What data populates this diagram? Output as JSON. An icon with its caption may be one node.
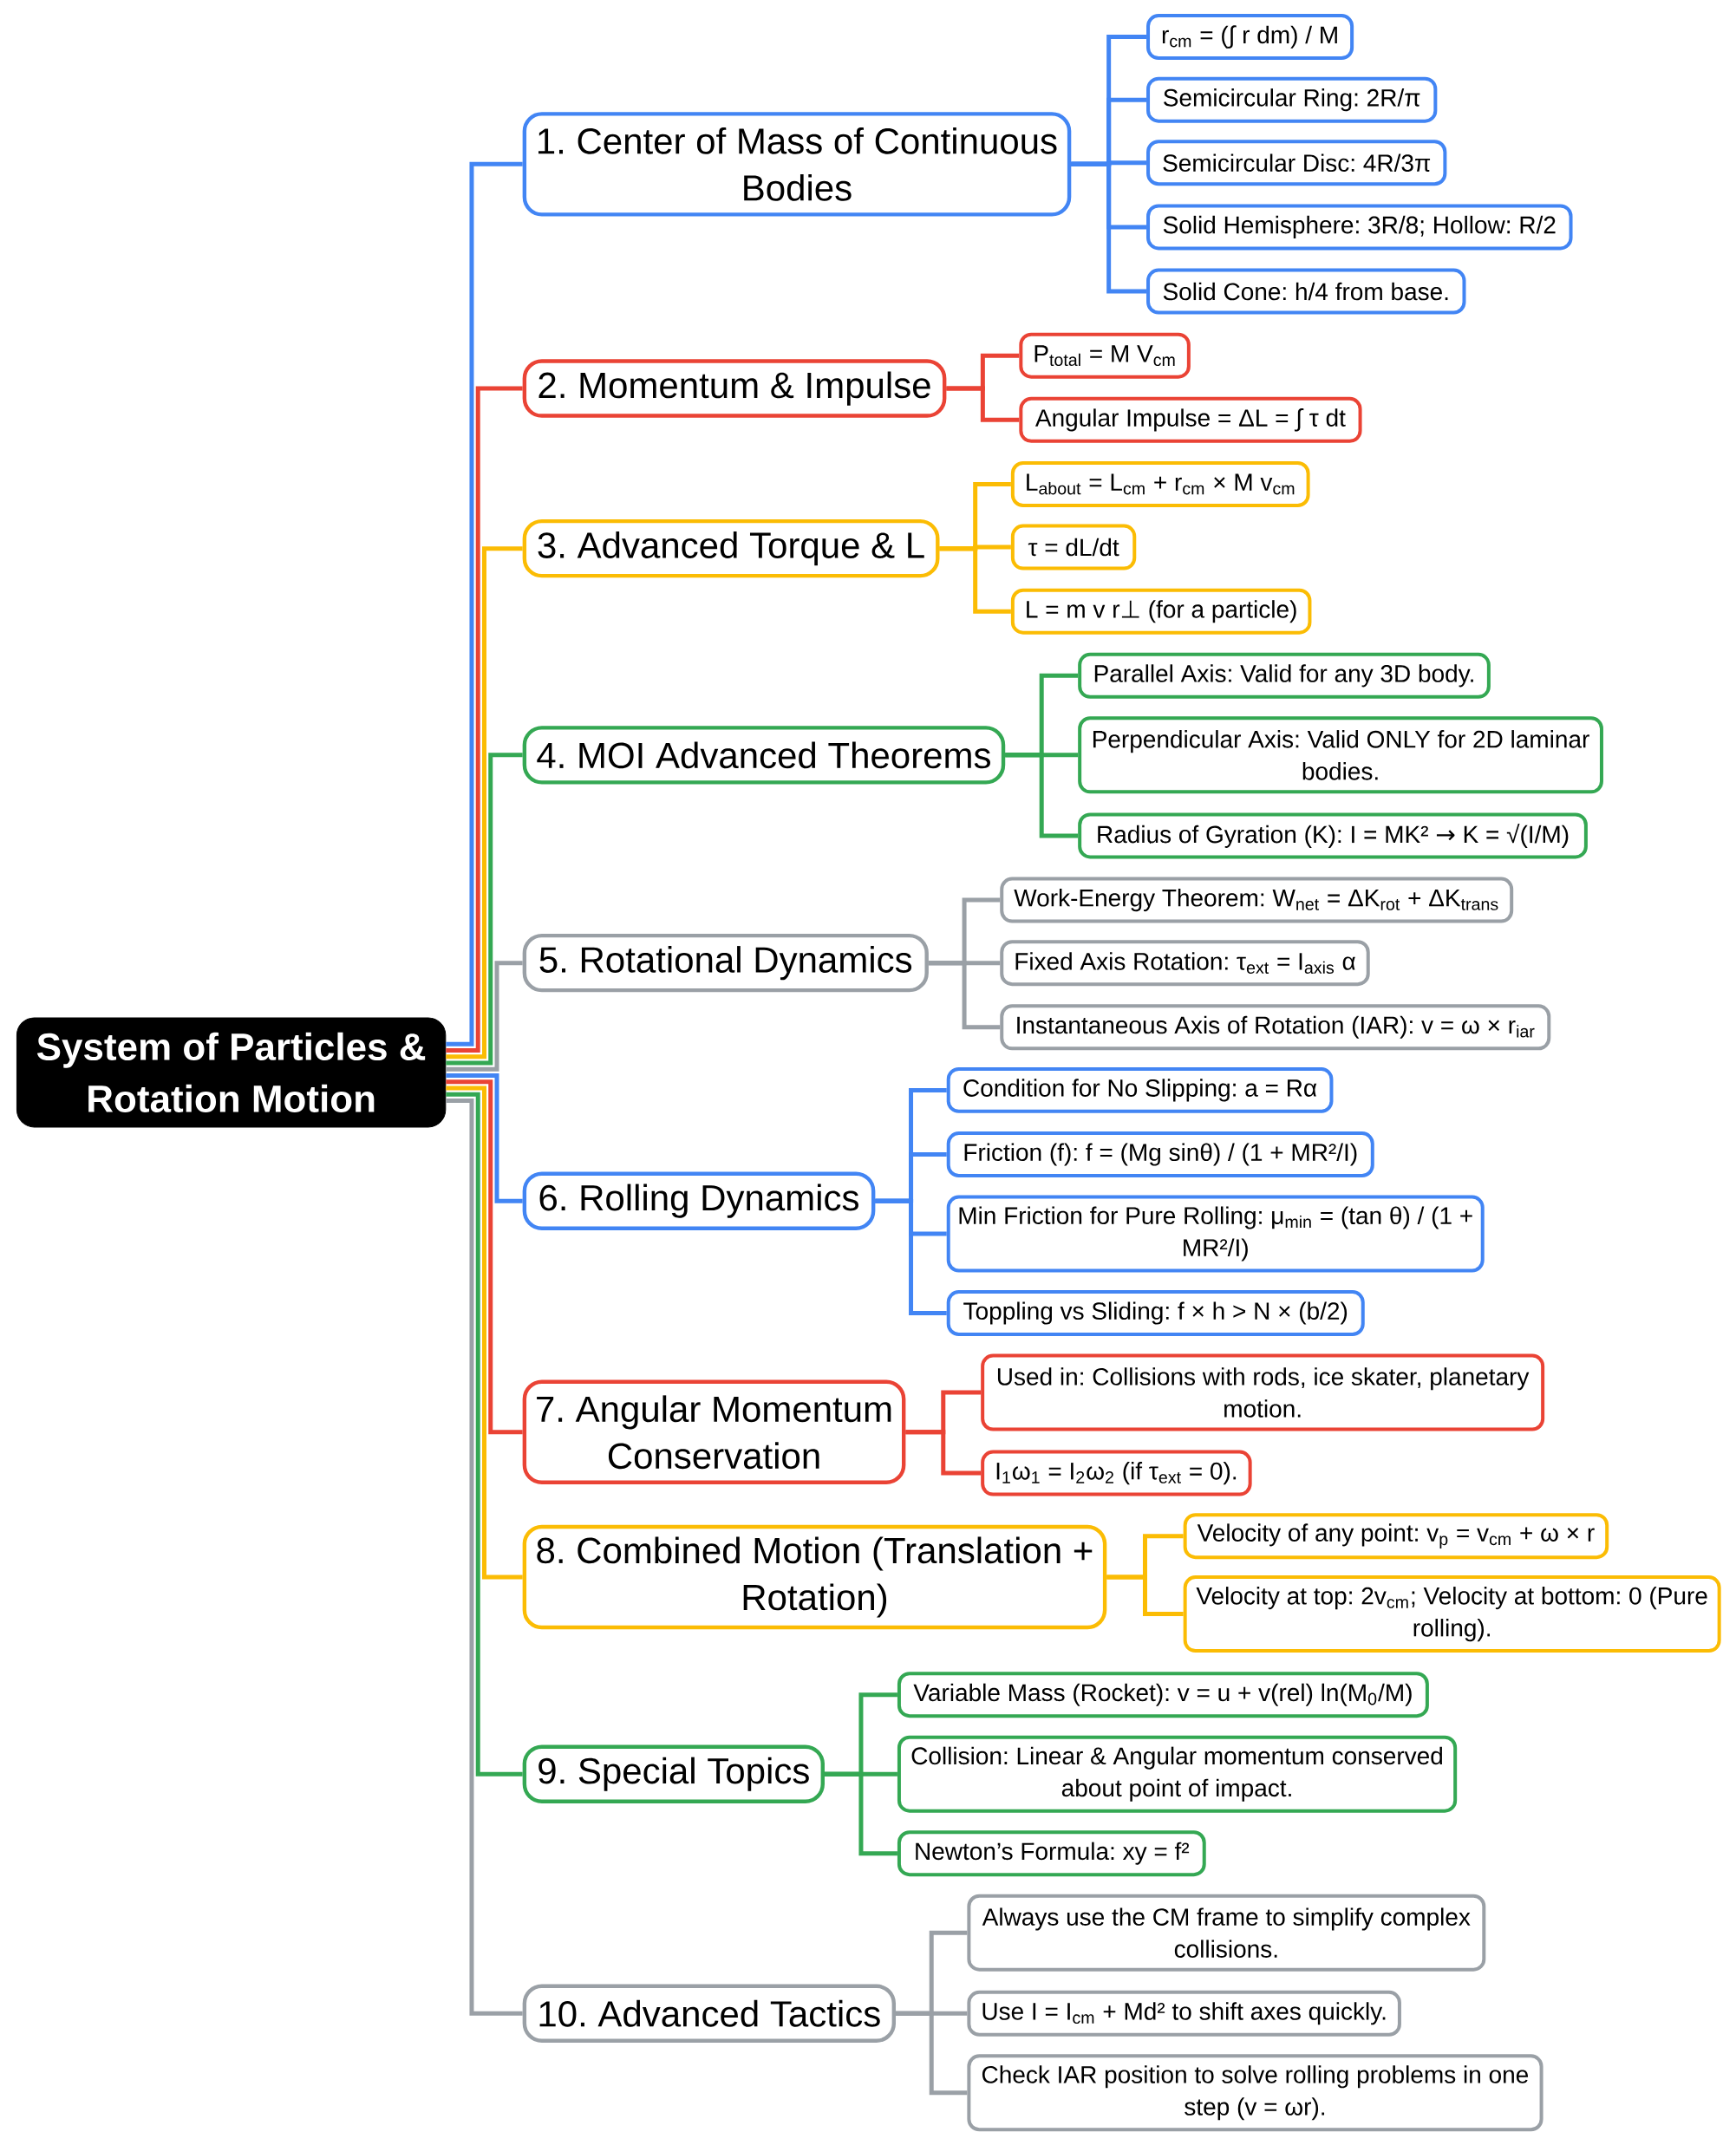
{
  "diagram": {
    "nodes": [
      {
        "text": [
          "System of Particles & Rotation Motion"
        ]
      },
      {
        "text": [
          "1. Center of Mass of Continuous Bodies"
        ]
      },
      {
        "text": [
          "r$_{cm}$ = (∫ r dm) / M"
        ]
      },
      {
        "text": [
          "Semicircular Ring: 2R/π"
        ]
      },
      {
        "text": [
          "Semicircular Disc: 4R/3π"
        ]
      },
      {
        "text": [
          "Solid Hemisphere: 3R/8; Hollow: R/2"
        ]
      },
      {
        "text": [
          "Solid Cone: h/4 from base."
        ]
      },
      {
        "text": [
          "2. Momentum & Impulse"
        ]
      },
      {
        "text": [
          "P$_{total}$ = M V$_{cm}$"
        ]
      },
      {
        "text": [
          "Angular Impulse = ΔL = ∫ τ dt"
        ]
      },
      {
        "text": [
          "3. Advanced Torque & L"
        ]
      },
      {
        "text": [
          "L$_{about}$ = L$_{cm}$ + r$_{cm}$ × M v$_{cm}$"
        ]
      },
      {
        "text": [
          "τ = dL/dt"
        ]
      },
      {
        "text": [
          "L = m v r⊥ (for a particle)"
        ]
      },
      {
        "text": [
          "4. MOI Advanced Theorems"
        ]
      },
      {
        "text": [
          "Parallel Axis: Valid for any 3D body."
        ]
      },
      {
        "text": [
          "Perpendicular Axis: Valid ONLY for 2D laminar bodies."
        ]
      },
      {
        "text": [
          "Radius of Gyration (K): I = MK² → K = √(I/M)"
        ]
      },
      {
        "text": [
          "5. Rotational Dynamics"
        ]
      },
      {
        "text": [
          "Work-Energy Theorem: W$_{net}$ = ΔK$_{rot}$ + ΔK$_{trans}$"
        ]
      },
      {
        "text": [
          "Fixed Axis Rotation: τ$_{ext}$ = I$_{axis}$ α"
        ]
      },
      {
        "text": [
          "Instantaneous Axis of Rotation (IAR): v = ω × r$_{iar}$"
        ]
      },
      {
        "text": [
          "6. Rolling Dynamics"
        ]
      },
      {
        "text": [
          "Condition for No Slipping: a = Rα"
        ]
      },
      {
        "text": [
          "Friction (f): f = (Mg sinθ) / (1 + MR²/I)"
        ]
      },
      {
        "text": [
          "Min Friction for Pure Rolling: μ$_{min}$ = (tan θ) / (1 + MR²/I)"
        ]
      },
      {
        "text": [
          "Toppling vs Sliding: f × h > N × (b/2)"
        ]
      },
      {
        "text": [
          "7. Angular Momentum Conservation"
        ]
      },
      {
        "text": [
          "Used in: Collisions with rods, ice skater, planetary motion."
        ]
      },
      {
        "text": [
          "I$_{1}$ω$_{1}$ = I$_{2}$ω$_{2}$ (if τ$_{ext}$ = 0)."
        ]
      },
      {
        "text": [
          "8. Combined Motion (Translation + Rotation)"
        ]
      },
      {
        "text": [
          "Velocity of any point: v$_{p}$ = v$_{cm}$ + ω × r"
        ]
      },
      {
        "text": [
          "Velocity at top: 2v$_{cm}$; Velocity at bottom: 0 (Pure rolling)."
        ]
      },
      {
        "text": [
          "9. Special Topics"
        ]
      },
      {
        "text": [
          "Variable Mass (Rocket): v = u + v(rel) ln(M$_{0}$/M)"
        ]
      },
      {
        "text": [
          "Collision: Linear & Angular momentum conserved about point of impact."
        ]
      },
      {
        "text": [
          "Newton’s Formula: xy = f²"
        ]
      },
      {
        "text": [
          "10. Advanced Tactics"
        ]
      },
      {
        "text": [
          "Always use the CM frame to simplify complex collisions."
        ]
      },
      {
        "text": [
          "Use I = I$_{cm}$ + Md² to shift axes quickly."
        ]
      },
      {
        "text": [
          "Check IAR position to solve rolling problems in one step (v = ωr)."
        ]
      }
    ],
    "edges": [
      {
        "from": 0,
        "to": 1,
        "arrow": "none"
      },
      {
        "from": 1,
        "to": 2,
        "arrow": "none"
      },
      {
        "from": 1,
        "to": 3,
        "arrow": "none"
      },
      {
        "from": 1,
        "to": 4,
        "arrow": "none"
      },
      {
        "from": 1,
        "to": 5,
        "arrow": "none"
      },
      {
        "from": 1,
        "to": 6,
        "arrow": "none"
      },
      {
        "from": 0,
        "to": 7,
        "arrow": "none",
        "color": "#ea4335"
      },
      {
        "from": 7,
        "to": 8,
        "arrow": "none",
        "color": "#ea4335"
      },
      {
        "from": 7,
        "to": 9,
        "arrow": "none",
        "color": "#ea4335"
      },
      {
        "from": 0,
        "to": 10,
        "arrow": "none",
        "color": "#fbbc04"
      },
      {
        "from": 10,
        "to": 11,
        "arrow": "none",
        "color": "#fbbc04"
      },
      {
        "from": 10,
        "to": 12,
        "arrow": "none",
        "color": "#fbbc04"
      },
      {
        "from": 10,
        "to": 13,
        "arrow": "none",
        "color": "#fbbc04"
      },
      {
        "from": 0,
        "to": 14,
        "arrow": "none",
        "color": "#34a853"
      },
      {
        "from": 14,
        "to": 15,
        "arrow": "none",
        "color": "#34a853"
      },
      {
        "from": 14,
        "to": 16,
        "arrow": "none",
        "color": "#34a853"
      },
      {
        "from": 14,
        "to": 17,
        "arrow": "none",
        "color": "#34a853"
      },
      {
        "from": 0,
        "to": 18,
        "arrow": "none",
        "color": "#9aa0a6"
      },
      {
        "from": 18,
        "to": 19,
        "arrow": "none",
        "color": "#9aa0a6"
      },
      {
        "from": 18,
        "to": 20,
        "arrow": "none",
        "color": "#9aa0a6"
      },
      {
        "from": 18,
        "to": 21,
        "arrow": "none",
        "color": "#9aa0a6"
      },
      {
        "from": 0,
        "to": 22,
        "arrow": "none"
      },
      {
        "from": 22,
        "to": 23,
        "arrow": "none"
      },
      {
        "from": 22,
        "to": 24,
        "arrow": "none"
      },
      {
        "from": 22,
        "to": 25,
        "arrow": "none"
      },
      {
        "from": 22,
        "to": 26,
        "arrow": "none"
      },
      {
        "from": 0,
        "to": 27,
        "arrow": "none",
        "color": "#ea4335"
      },
      {
        "from": 27,
        "to": 28,
        "arrow": "none",
        "color": "#ea4335"
      },
      {
        "from": 27,
        "to": 29,
        "arrow": "none",
        "color": "#ea4335"
      },
      {
        "from": 0,
        "to": 30,
        "arrow": "none",
        "color": "#fbbc04"
      },
      {
        "from": 30,
        "to": 31,
        "arrow": "none",
        "color": "#fbbc04"
      },
      {
        "from": 30,
        "to": 32,
        "arrow": "none",
        "color": "#fbbc04"
      },
      {
        "from": 0,
        "to": 33,
        "arrow": "none",
        "color": "#34a853"
      },
      {
        "from": 33,
        "to": 34,
        "arrow": "none",
        "color": "#34a853"
      },
      {
        "from": 33,
        "to": 35,
        "arrow": "none",
        "color": "#34a853"
      },
      {
        "from": 33,
        "to": 36,
        "arrow": "none",
        "color": "#34a853"
      },
      {
        "from": 0,
        "to": 37,
        "arrow": "none",
        "color": "#9aa0a6"
      },
      {
        "from": 37,
        "to": 38,
        "arrow": "none",
        "color": "#9aa0a6"
      },
      {
        "from": 37,
        "to": 39,
        "arrow": "none",
        "color": "#9aa0a6"
      },
      {
        "from": 37,
        "to": 40,
        "arrow": "none",
        "color": "#9aa0a6"
      }
    ]
  }
}
